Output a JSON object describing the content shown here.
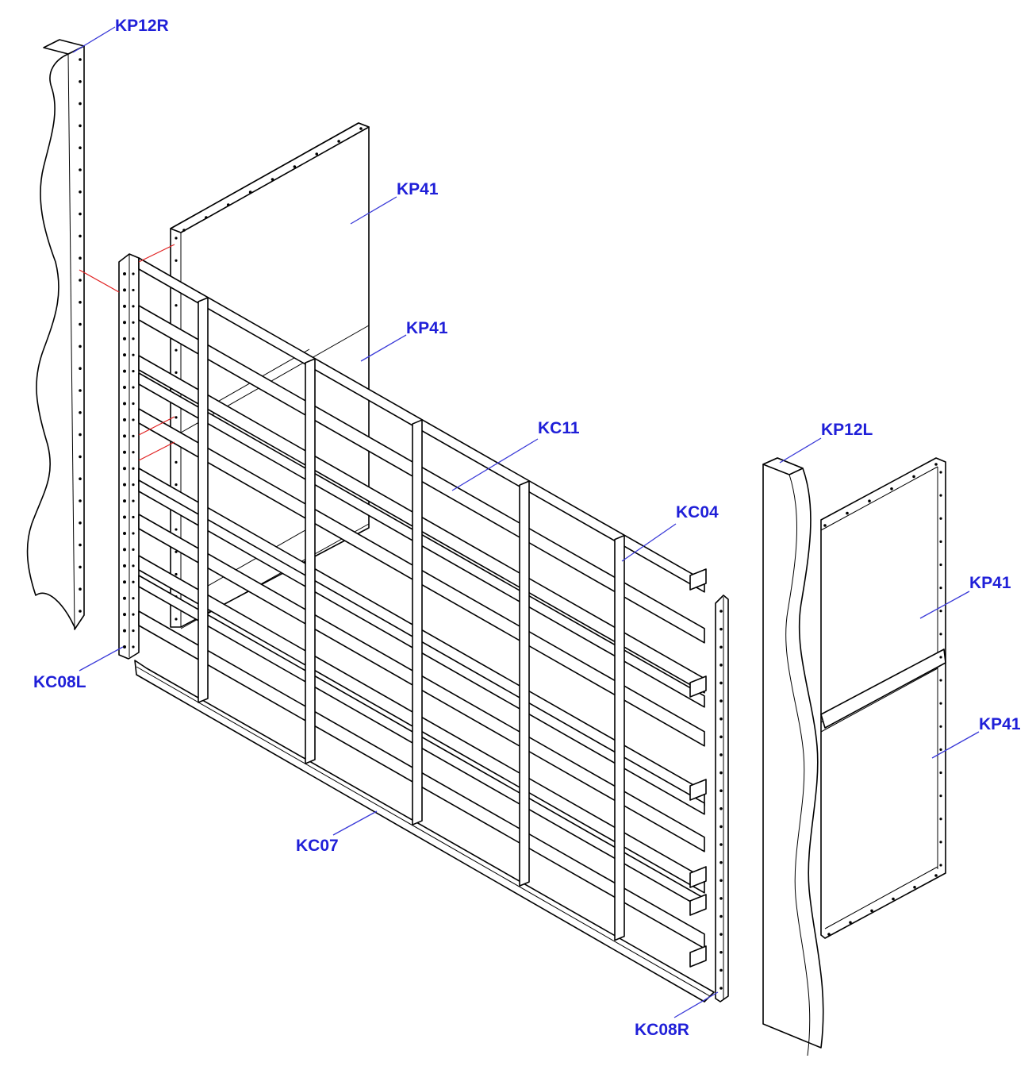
{
  "drawing": {
    "callouts": [
      {
        "id": "kp12r",
        "text": "KP12R"
      },
      {
        "id": "kp41-top",
        "text": "KP41"
      },
      {
        "id": "kp41-mid",
        "text": "KP41"
      },
      {
        "id": "kc11",
        "text": "KC11"
      },
      {
        "id": "kc04",
        "text": "KC04"
      },
      {
        "id": "kp12l",
        "text": "KP12L"
      },
      {
        "id": "kp41-right-upper",
        "text": "KP41"
      },
      {
        "id": "kp41-right-lower",
        "text": "KP41"
      },
      {
        "id": "kc08l",
        "text": "KC08L"
      },
      {
        "id": "kc07",
        "text": "KC07"
      },
      {
        "id": "kc08r",
        "text": "KC08R"
      }
    ],
    "colors": {
      "label": "#1f1fd8",
      "leader": "#3a3ad8",
      "line": "#000000",
      "connector": "#e02020",
      "background": "#ffffff"
    }
  }
}
